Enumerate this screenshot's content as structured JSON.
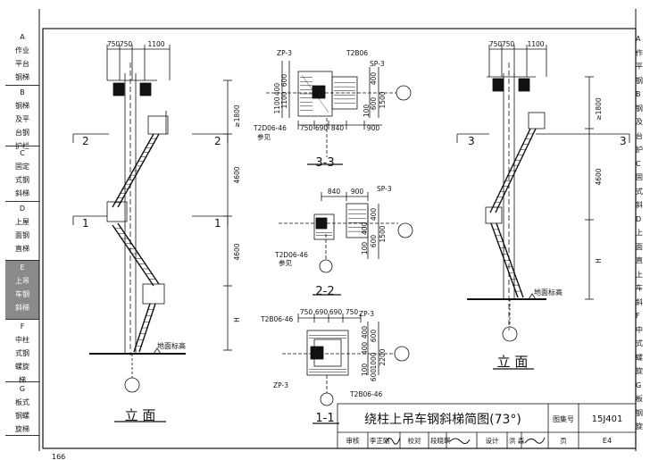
{
  "sidebar": {
    "tabs": [
      {
        "letter": "A",
        "lines": [
          "作业",
          "平台",
          "钢梯"
        ],
        "active": false
      },
      {
        "letter": "B",
        "lines": [
          "钢梯",
          "及平",
          "台钢",
          "护栏"
        ],
        "active": false
      },
      {
        "letter": "C",
        "lines": [
          "固定",
          "式钢",
          "斜梯"
        ],
        "active": false
      },
      {
        "letter": "D",
        "lines": [
          "上屋",
          "面钢",
          "直梯"
        ],
        "active": false
      },
      {
        "letter": "E",
        "lines": [
          "上吊",
          "车钢",
          "斜梯"
        ],
        "active": true
      },
      {
        "letter": "F",
        "lines": [
          "中柱",
          "式钢",
          "螺旋",
          "梯"
        ],
        "active": false
      },
      {
        "letter": "G",
        "lines": [
          "板式",
          "钢螺",
          "旋梯"
        ],
        "active": false
      }
    ],
    "right_tabs": [
      "A",
      "作",
      "平",
      "钢",
      "B",
      "钢",
      "及",
      "台",
      "护",
      "C",
      "固",
      "式",
      "斜",
      "D",
      "上",
      "面",
      "直",
      "上",
      "车",
      "斜",
      "F",
      "中",
      "式",
      "螺",
      "旋",
      "G",
      "板",
      "钢",
      "旋"
    ]
  },
  "drawing": {
    "left_elev": {
      "dims_top": [
        "750",
        "750",
        "1100"
      ],
      "dims_right": [
        "≥1800",
        "4600",
        "4600",
        "H"
      ],
      "section_mark_2": "2",
      "section_mark_1": "1",
      "ground_label": "地面标高",
      "title": "立 面"
    },
    "right_elev": {
      "dims_top": [
        "750",
        "750",
        "1100"
      ],
      "dims_right": [
        "≥1800",
        "4600",
        "H"
      ],
      "section_mark_3": "3",
      "ground_label": "地面标高",
      "title": "立 面"
    },
    "sec33": {
      "labels": [
        "ZP-3",
        "T2B06",
        "SP-3",
        "T2D06-46",
        "参见"
      ],
      "dims_bottom": [
        "750",
        "690",
        "840",
        "900"
      ],
      "dims_v_left": [
        "400",
        "600",
        "1100",
        "1100"
      ],
      "dims_v_right": [
        "400",
        "100",
        "600",
        "1500"
      ],
      "title": "3-3"
    },
    "sec22": {
      "labels": [
        "SP-3",
        "T2D06-46",
        "参见"
      ],
      "dims_top": [
        "840",
        "900"
      ],
      "dims_v": [
        "400",
        "400",
        "100",
        "600",
        "1500"
      ],
      "title": "2-2"
    },
    "sec11": {
      "labels": [
        "T2B06-46",
        "ZP-3",
        "ZP-3",
        "T2B06-46"
      ],
      "dims_top": [
        "750",
        "690",
        "690",
        "750"
      ],
      "dims_v": [
        "400",
        "400",
        "600",
        "1000",
        "100",
        "600",
        "2200"
      ],
      "title": "1-1"
    }
  },
  "title_block": {
    "title": "绕柱上吊车钢斜梯简图(73°)",
    "atlas_label": "图集号",
    "atlas_no": "15J401",
    "row": [
      "审核",
      "李正刚",
      "",
      "校对",
      "段晓琪",
      "",
      "设计",
      "洪 森",
      ""
    ],
    "page_label": "页",
    "page_no": "E4"
  },
  "page_number": "166"
}
